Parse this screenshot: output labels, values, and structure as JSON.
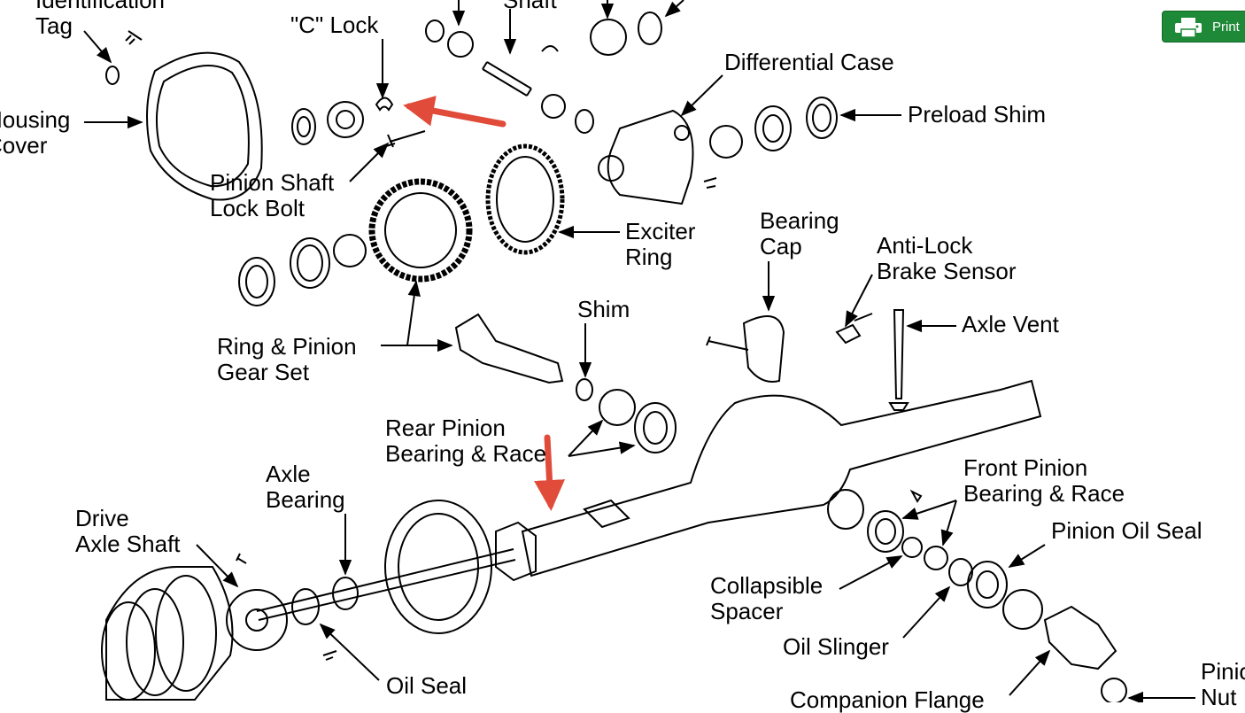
{
  "labels": {
    "identification_tag": [
      "Identification",
      "Tag"
    ],
    "housing_cover": [
      "Housing",
      "Cover"
    ],
    "c_lock": "\"C\" Lock",
    "shaft": "Shaft",
    "differential_case": "Differential Case",
    "preload_shim": "Preload Shim",
    "pinion_shaft_lock_bolt": [
      "Pinion Shaft",
      "Lock Bolt"
    ],
    "exciter_ring": [
      "Exciter",
      "Ring"
    ],
    "bearing_cap": [
      "Bearing",
      "Cap"
    ],
    "anti_lock_brake_sensor": [
      "Anti-Lock",
      "Brake Sensor"
    ],
    "axle_vent": "Axle Vent",
    "ring_pinion_gear_set": [
      "Ring & Pinion",
      "Gear Set"
    ],
    "shim": "Shim",
    "rear_pinion_bearing_race": [
      "Rear Pinion",
      "Bearing & Race"
    ],
    "front_pinion_bearing_race": [
      "Front Pinion",
      "Bearing & Race"
    ],
    "axle_bearing": [
      "Axle",
      "Bearing"
    ],
    "drive_axle_shaft": [
      "Drive",
      "Axle Shaft"
    ],
    "pinion_oil_seal": "Pinion Oil Seal",
    "collapsible_spacer": [
      "Collapsible",
      "Spacer"
    ],
    "oil_slinger": "Oil Slinger",
    "oil_seal": "Oil Seal",
    "companion_flange": "Companion Flange",
    "pinion_nut": [
      "Pinion",
      "Nut"
    ]
  },
  "print_button": {
    "label": "Print",
    "icon": "printer-icon",
    "color": "#1e8a37"
  },
  "annotation_color": "#e04b3a"
}
